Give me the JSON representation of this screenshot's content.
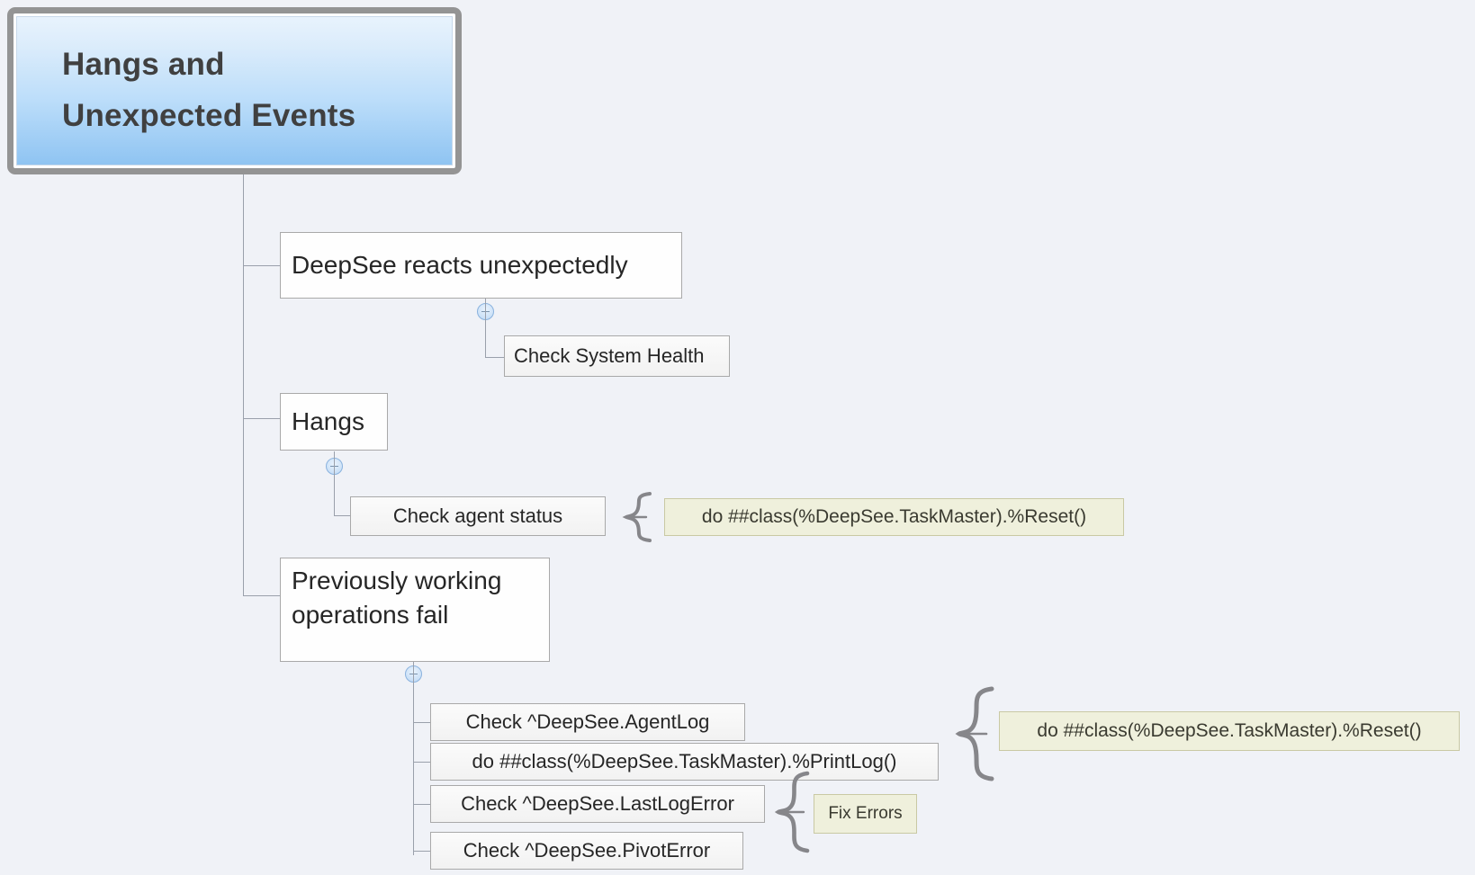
{
  "diagram": {
    "title": "Hangs and Unexpected Events",
    "background_color": "#f0f2f7",
    "root": {
      "line1": "Hangs and",
      "line2": "Unexpected Events",
      "fill_top": "#e8f3fd",
      "fill_bottom": "#8fc4f2",
      "border_color": "#949494"
    },
    "branches": [
      {
        "label": "DeepSee reacts unexpectedly",
        "toggle": "collapse-minus",
        "children": [
          {
            "label": "Check System Health"
          }
        ]
      },
      {
        "label": "Hangs",
        "toggle": "collapse-minus",
        "children": [
          {
            "label": "Check agent status"
          }
        ],
        "note": {
          "label": "do ##class(%DeepSee.TaskMaster).%Reset()",
          "fill": "#eff0dc",
          "border": "#c9c9a4"
        }
      },
      {
        "label_line1": "Previously working",
        "label_line2": "operations fail",
        "toggle": "collapse-minus",
        "children": [
          {
            "label": "Check ^DeepSee.AgentLog"
          },
          {
            "label": "do ##class(%DeepSee.TaskMaster).%PrintLog()"
          },
          {
            "label": "Check ^DeepSee.LastLogError"
          },
          {
            "label": "Check ^DeepSee.PivotError"
          }
        ],
        "notes": [
          {
            "label": "do ##class(%DeepSee.TaskMaster).%Reset()",
            "fill": "#eff0dc",
            "border": "#c9c9a4",
            "applies_to": [
              "Check ^DeepSee.AgentLog",
              "do ##class(%DeepSee.TaskMaster).%PrintLog()"
            ]
          },
          {
            "label": "Fix Errors",
            "fill": "#eff0dc",
            "border": "#c9c9a4",
            "applies_to": [
              "Check ^DeepSee.LastLogError",
              "Check ^DeepSee.PivotError"
            ]
          }
        ]
      }
    ]
  }
}
